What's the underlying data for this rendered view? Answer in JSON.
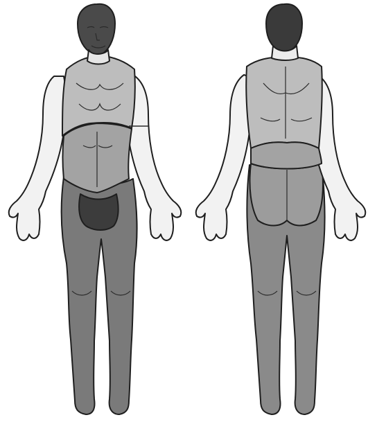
{
  "figure": {
    "views": [
      {
        "id": "anterior"
      },
      {
        "id": "posterior"
      }
    ]
  },
  "colors": {
    "background": "#ffffff",
    "skin_unshaded": "#f2f2f2",
    "shade_light": "#bdbdbd",
    "shade_medium": "#a3a3a3",
    "shade_dark": "#6e6e6e",
    "shade_darkest": "#3c3c3c",
    "outline": "#1e1e1e"
  },
  "regions": {
    "anterior": [
      "upper-torso",
      "abdomen",
      "groin",
      "legs",
      "arms",
      "head"
    ],
    "posterior": [
      "upper-back",
      "lower-back",
      "buttocks",
      "legs",
      "arms",
      "head"
    ]
  }
}
